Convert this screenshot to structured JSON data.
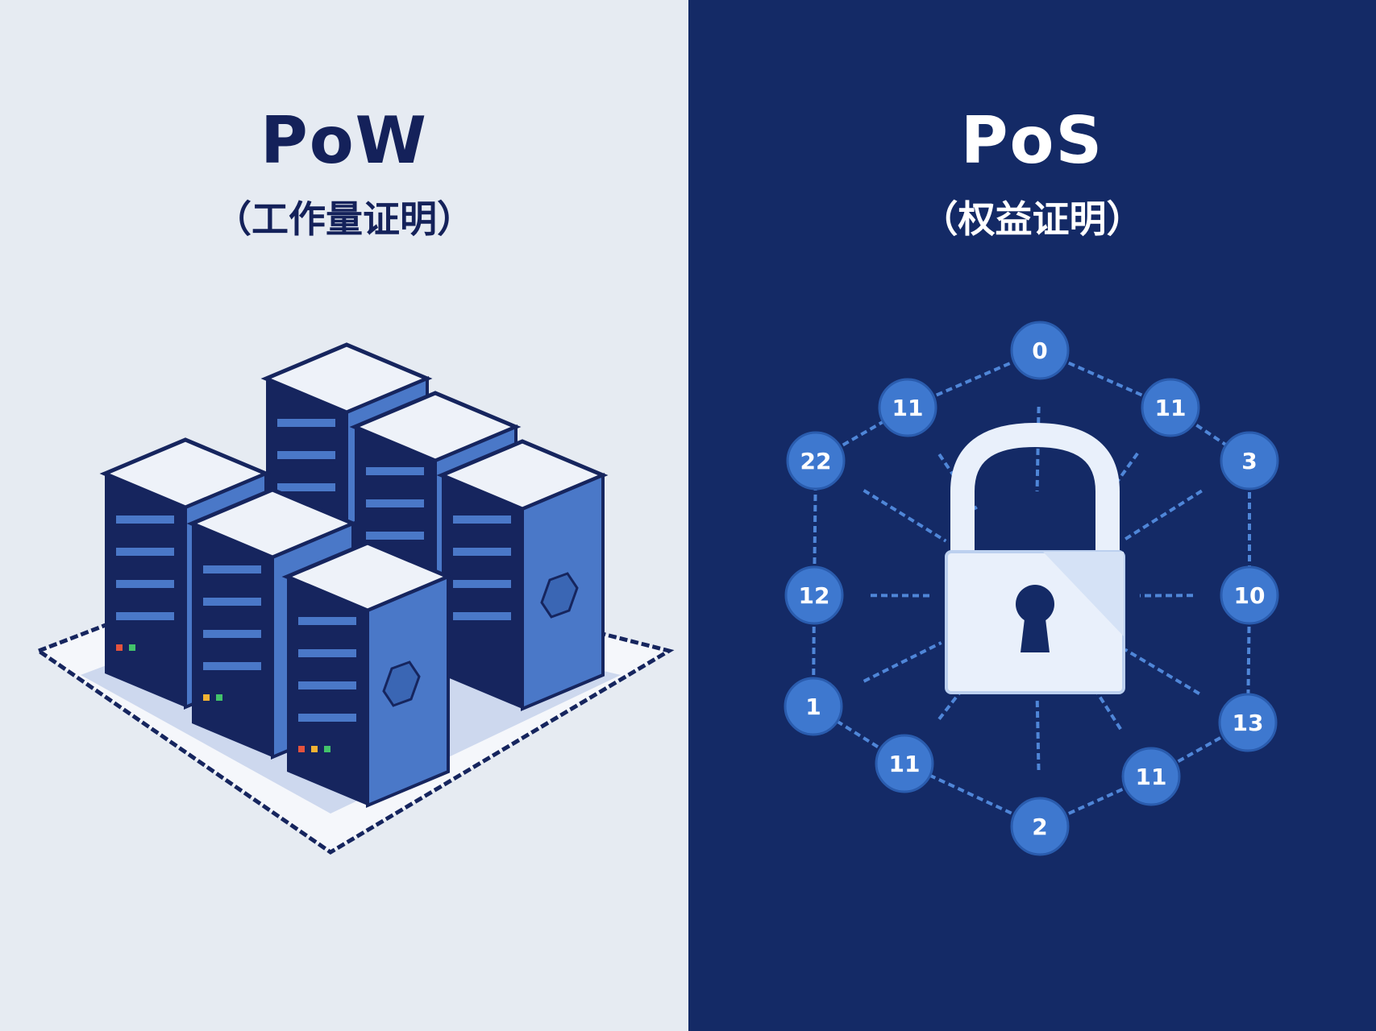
{
  "left": {
    "title": "PoW",
    "subtitle": "（工作量证明）",
    "colors": {
      "background": "#e6ebf2",
      "server_front": "#16255e",
      "server_side": "#4a78c8",
      "server_top": "#eef2f9"
    }
  },
  "right": {
    "title": "PoS",
    "subtitle": "（权益证明）",
    "colors": {
      "background": "#142a66",
      "node": "#3e78cf",
      "link": "#4f86d8",
      "lock": "#e9f0fb"
    },
    "nodes": [
      "0",
      "11",
      "11",
      "22",
      "3",
      "12",
      "10",
      "1",
      "13",
      "11",
      "11",
      "2"
    ]
  }
}
